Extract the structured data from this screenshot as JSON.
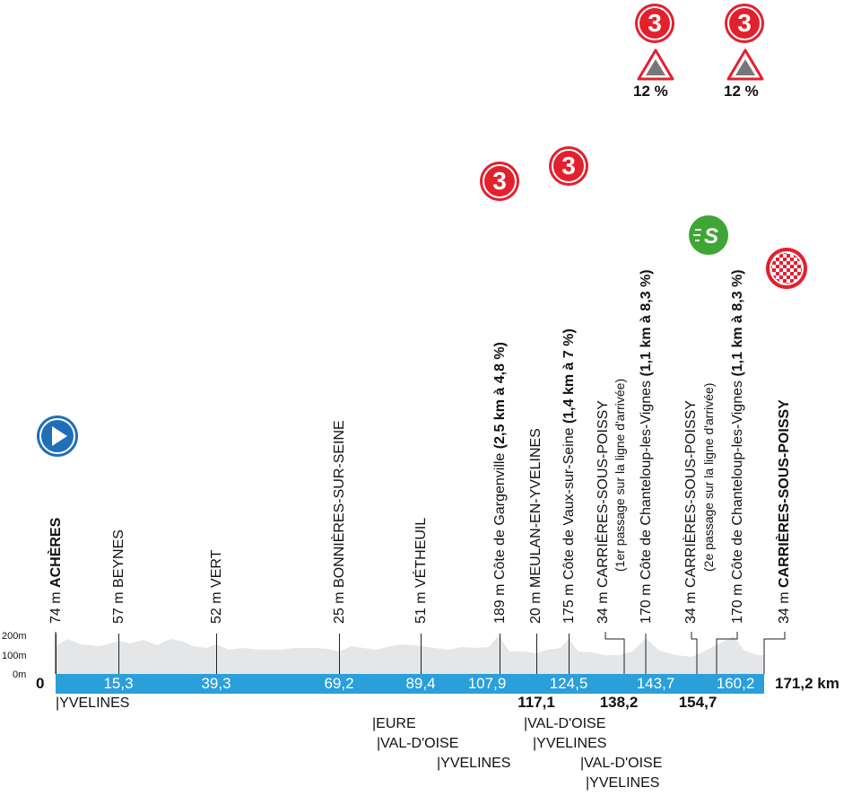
{
  "altitude_scale": {
    "top": "200m",
    "mid": "100m",
    "bottom": "0m"
  },
  "start_km": "0",
  "end_km": "171,2 km",
  "points": [
    {
      "alt": "74 m",
      "name": "ACHÈRES",
      "note": ""
    },
    {
      "alt": "57 m",
      "name": "BEYNES",
      "note": ""
    },
    {
      "alt": "52 m",
      "name": "VERT",
      "note": ""
    },
    {
      "alt": "25 m",
      "name": "BONNIÈRES-SUR-SEINE",
      "note": ""
    },
    {
      "alt": "51 m",
      "name": "VÉTHEUIL",
      "note": ""
    },
    {
      "alt": "189 m",
      "name": "Côte de Gargenville",
      "note": "(2,5 km à 4,8 %)"
    },
    {
      "alt": "20 m",
      "name": "MEULAN-EN-YVELINES",
      "note": ""
    },
    {
      "alt": "175 m",
      "name": "Côte de Vaux-sur-Seine",
      "note": "(1,4 km à 7 %)"
    },
    {
      "alt": "34 m",
      "name": "CARRIÈRES-SOUS-POISSY",
      "note": "(1er passage sur la ligne d'arrivée)"
    },
    {
      "alt": "170 m",
      "name": "Côte de Chanteloup-les-Vignes",
      "note": "(1,1 km à 8,3 %)"
    },
    {
      "alt": "34 m",
      "name": "CARRIÈRES-SOUS-POISSY",
      "note": "(2e passage sur la ligne d'arrivée)"
    },
    {
      "alt": "170 m",
      "name": "Côte de Chanteloup-les-Vignes",
      "note": "(1,1 km à 8,3 %)"
    },
    {
      "alt": "34 m",
      "name": "CARRIÈRES-SOUS-POISSY",
      "note": ""
    }
  ],
  "km_inside": [
    "15,3",
    "39,3",
    "69,2",
    "89,4",
    "107,9",
    "124,5",
    "143,7",
    "160,2"
  ],
  "km_below": [
    "117,1",
    "138,2",
    "154,7"
  ],
  "departments": [
    "|YVELINES",
    "|EURE",
    "|VAL-D'OISE",
    "|YVELINES",
    "|VAL-D'OISE",
    "|YVELINES",
    "|VAL-D'OISE",
    "|YVELINES"
  ],
  "climb_category": [
    "3",
    "3",
    "3",
    "3"
  ],
  "max_gradient": [
    "12 %",
    "12 %"
  ],
  "colors": {
    "bar": "#2b9fd9",
    "climb_badge": "#e3202e",
    "sprint_badge": "#3fa535",
    "start_badge": "#1f6fb8",
    "profile": "#e4e6e8"
  }
}
